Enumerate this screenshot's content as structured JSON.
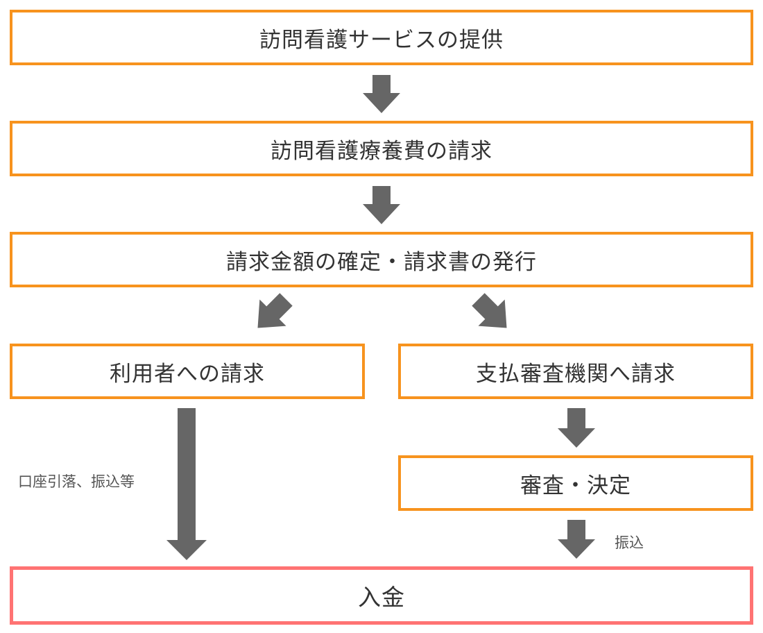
{
  "steps": {
    "service": "訪問看護サービスの提供",
    "billing": "訪問看護療養費の請求",
    "confirm": "請求金額の確定・請求書の発行",
    "user_billing": "利用者への請求",
    "agency_billing": "支払審査機関へ請求",
    "review": "審査・決定",
    "payment": "入金"
  },
  "notes": {
    "user_payment_method": "口座引落、振込等",
    "agency_payment_method": "振込"
  },
  "colors": {
    "box_border": "#f7931e",
    "final_border": "#ff7373",
    "arrow": "#666666"
  }
}
